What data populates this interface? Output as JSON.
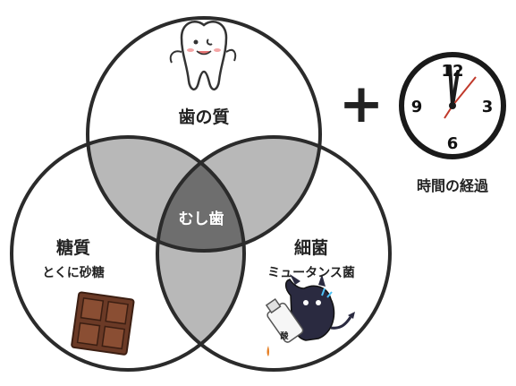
{
  "venn": {
    "teeth": {
      "label": "歯の質"
    },
    "sugar": {
      "label": "糖質",
      "sublabel": "とくに砂糖"
    },
    "bacteria": {
      "label": "細菌",
      "sublabel": "ミュータンス菌"
    },
    "center": {
      "label": "むし歯"
    }
  },
  "plus_symbol": "+",
  "clock": {
    "label": "時間の経過",
    "numbers": {
      "n12": "12",
      "n3": "3",
      "n6": "6",
      "n9": "9"
    }
  },
  "acid_label": "酸",
  "colors": {
    "outline": "#2b2b2b",
    "pair_overlap": "#b8b8b8",
    "center_overlap": "#6e6e6e",
    "chocolate": "#6b3a26",
    "clock_second_hand": "#c0392b"
  }
}
